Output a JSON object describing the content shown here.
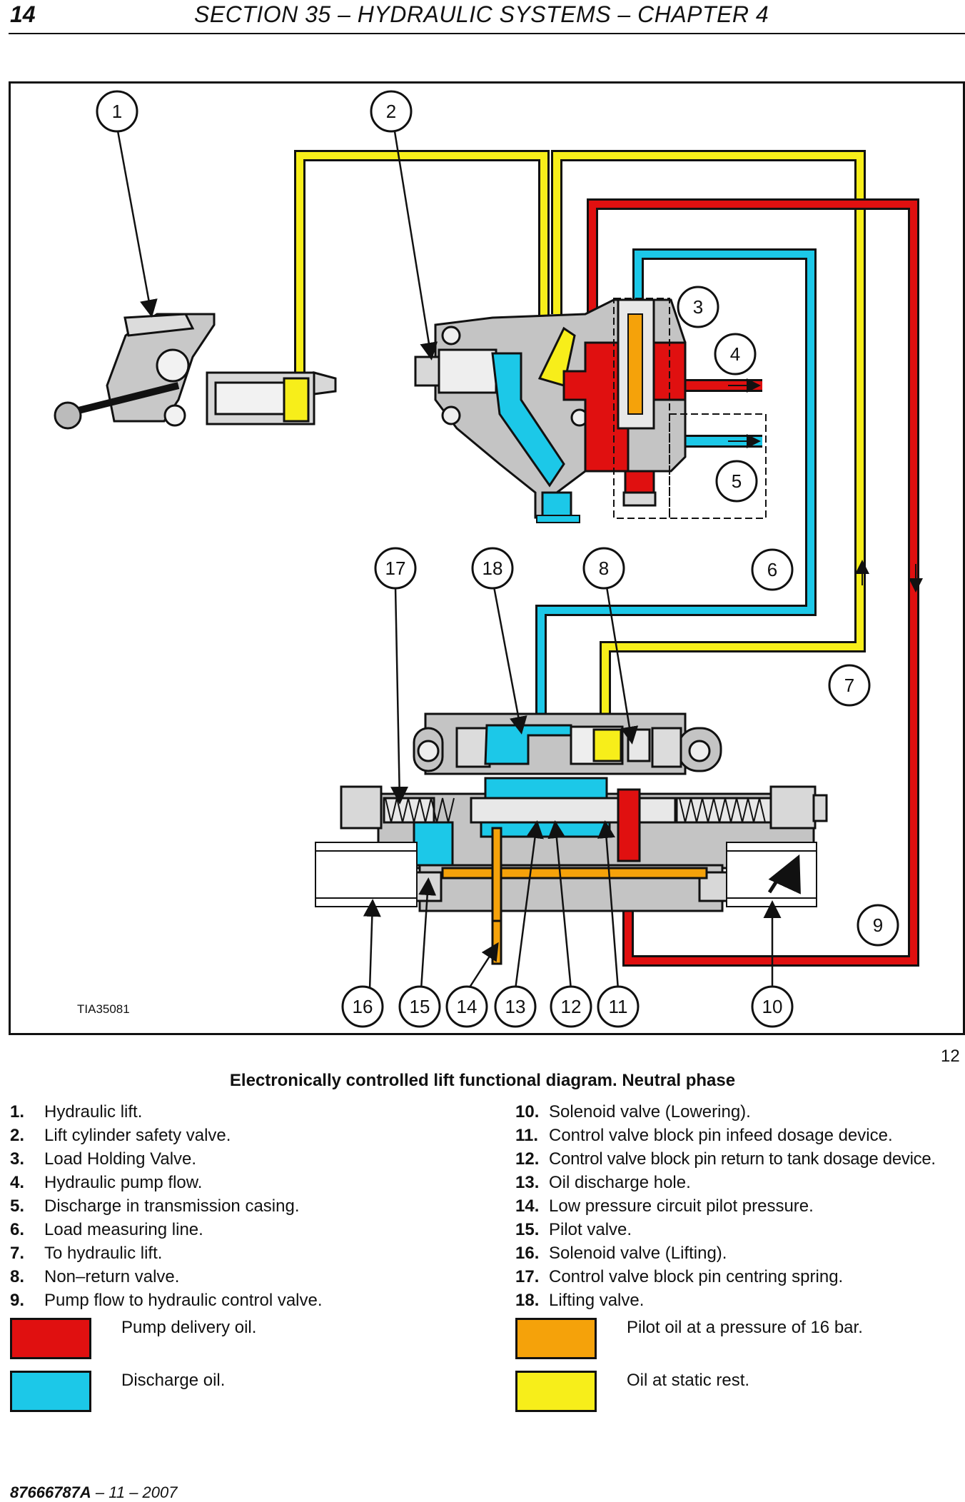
{
  "header": {
    "page_number": "14",
    "title": "SECTION 35 – HYDRAULIC SYSTEMS – CHAPTER 4"
  },
  "figure": {
    "reference_code": "TIA35081",
    "number": "12",
    "caption": "Electronically controlled lift functional diagram. Neutral phase",
    "callouts": [
      "1",
      "2",
      "3",
      "4",
      "5",
      "6",
      "7",
      "8",
      "9",
      "10",
      "11",
      "12",
      "13",
      "14",
      "15",
      "16",
      "17",
      "18"
    ]
  },
  "legend_left": [
    {
      "num": "1.",
      "text": "Hydraulic lift."
    },
    {
      "num": "2.",
      "text": "Lift cylinder safety valve."
    },
    {
      "num": "3.",
      "text": "Load Holding Valve."
    },
    {
      "num": "4.",
      "text": "Hydraulic pump flow."
    },
    {
      "num": "5.",
      "text": "Discharge in transmission casing."
    },
    {
      "num": "6.",
      "text": "Load measuring line."
    },
    {
      "num": "7.",
      "text": "To hydraulic lift."
    },
    {
      "num": "8.",
      "text": "Non–return valve."
    },
    {
      "num": "9.",
      "text": "Pump flow to hydraulic control valve."
    }
  ],
  "legend_right": [
    {
      "num": "10.",
      "text": "Solenoid valve (Lowering)."
    },
    {
      "num": "11.",
      "text": "Control valve block pin infeed dosage device."
    },
    {
      "num": "12.",
      "text": "Control valve block pin return to tank dosage device."
    },
    {
      "num": "13.",
      "text": "Oil discharge hole."
    },
    {
      "num": "14.",
      "text": "Low pressure circuit pilot pressure."
    },
    {
      "num": "15.",
      "text": "Pilot valve."
    },
    {
      "num": "16.",
      "text": "Solenoid valve (Lifting)."
    },
    {
      "num": "17.",
      "text": "Control valve block pin centring spring."
    },
    {
      "num": "18.",
      "text": "Lifting valve."
    }
  ],
  "color_key": [
    {
      "label": "Pump delivery oil.",
      "color": "#e01010"
    },
    {
      "label": "Discharge oil.",
      "color": "#1cc8e8"
    },
    {
      "label": "Pilot oil at a pressure of 16 bar.",
      "color": "#f5a20a"
    },
    {
      "label": "Oil at static rest.",
      "color": "#f7ee1a"
    }
  ],
  "footer": {
    "code": "87666787A",
    "date": " – 11 – 2007"
  }
}
